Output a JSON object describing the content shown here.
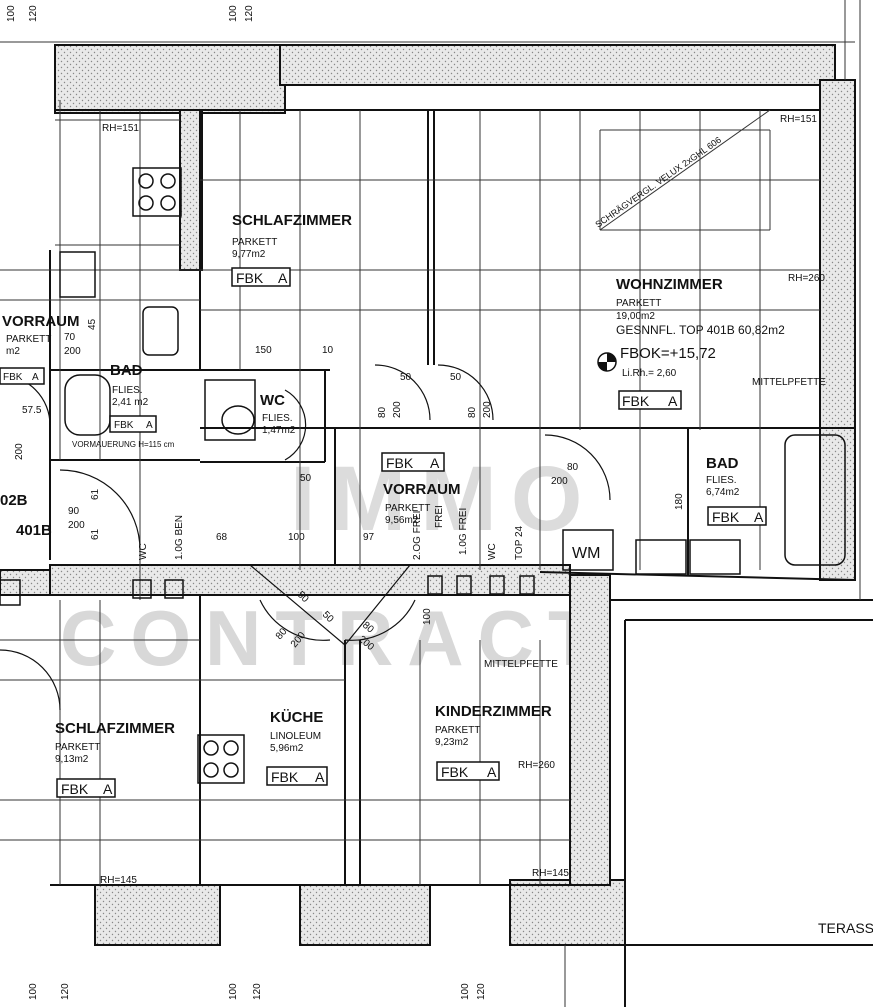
{
  "rooms": {
    "schlaf1": {
      "name": "SCHLAFZIMMER",
      "floor": "PARKETT",
      "area": "9,77m2"
    },
    "wohn": {
      "name": "WOHNZIMMER",
      "floor": "PARKETT",
      "area": "19,00m2",
      "gesnnfl": "GESNNFL. TOP 401B 60,82m2",
      "fbok": "FBOK=+15,72",
      "lirh": "Li.Rh.= 2,60"
    },
    "bad1": {
      "name": "BAD",
      "floor": "FLIES.",
      "area": "2,41 m2"
    },
    "wc": {
      "name": "WC",
      "floor": "FLIES.",
      "area": "1,47m2"
    },
    "vorraum_left": {
      "name": "VORRAUM",
      "floor": "PARKETT",
      "area": "m2"
    },
    "vorraum": {
      "name": "VORRAUM",
      "floor": "PARKETT",
      "area": "9,56m2"
    },
    "bad2": {
      "name": "BAD",
      "floor": "FLIES.",
      "area": "6,74m2"
    },
    "schlaf2": {
      "name": "SCHLAFZIMMER",
      "floor": "PARKETT",
      "area": "9,13m2"
    },
    "kueche": {
      "name": "KÜCHE",
      "floor": "LINOLEUM",
      "area": "5,96m2"
    },
    "kinder": {
      "name": "KINDERZIMMER",
      "floor": "PARKETT",
      "area": "9,23m2"
    },
    "terasse": {
      "name": "TERASS"
    }
  },
  "fbk": "FBK",
  "fbk_a": "A",
  "notes": {
    "rh151_left": "RH=151",
    "rh151_right": "RH=151",
    "rh260_wohn": "RH=260",
    "rh260_kinder": "RH=260",
    "rh145_left": "RH=145",
    "rh145_right": "RH=145",
    "mittelpfette_top": "MITTELPFETTE",
    "mittelpfette_bottom": "MITTELPFETTE",
    "velux": "SCHRÄGVERGL. VELUX 2xGHL 606",
    "vormauerung": "VORMAUERUNG H=115 cm",
    "wm": "WM",
    "wc_shaft": "WC",
    "top24": "TOP 24",
    "frei1": "FREI",
    "frei2": "1.0G FREI",
    "og_ben": "1.0G BEN",
    "og_frei_left": "2.OG FREI",
    "unit": "401B",
    "unit2": "02B"
  },
  "dims": {
    "d150": "150",
    "d10": "10",
    "d50": "50",
    "d80": "80",
    "d200": "200",
    "d68": "68",
    "d100": "100",
    "d97": "97",
    "d90": "90",
    "d61": "61",
    "d120": "120",
    "d180": "180",
    "d70": "70",
    "d45": "45",
    "d575": "57.5"
  },
  "edge": {
    "t100": "100",
    "t120": "120",
    "b100": "100",
    "b120": "120"
  },
  "watermark": {
    "line1": "IMMO",
    "line2": "CONTRACT"
  }
}
